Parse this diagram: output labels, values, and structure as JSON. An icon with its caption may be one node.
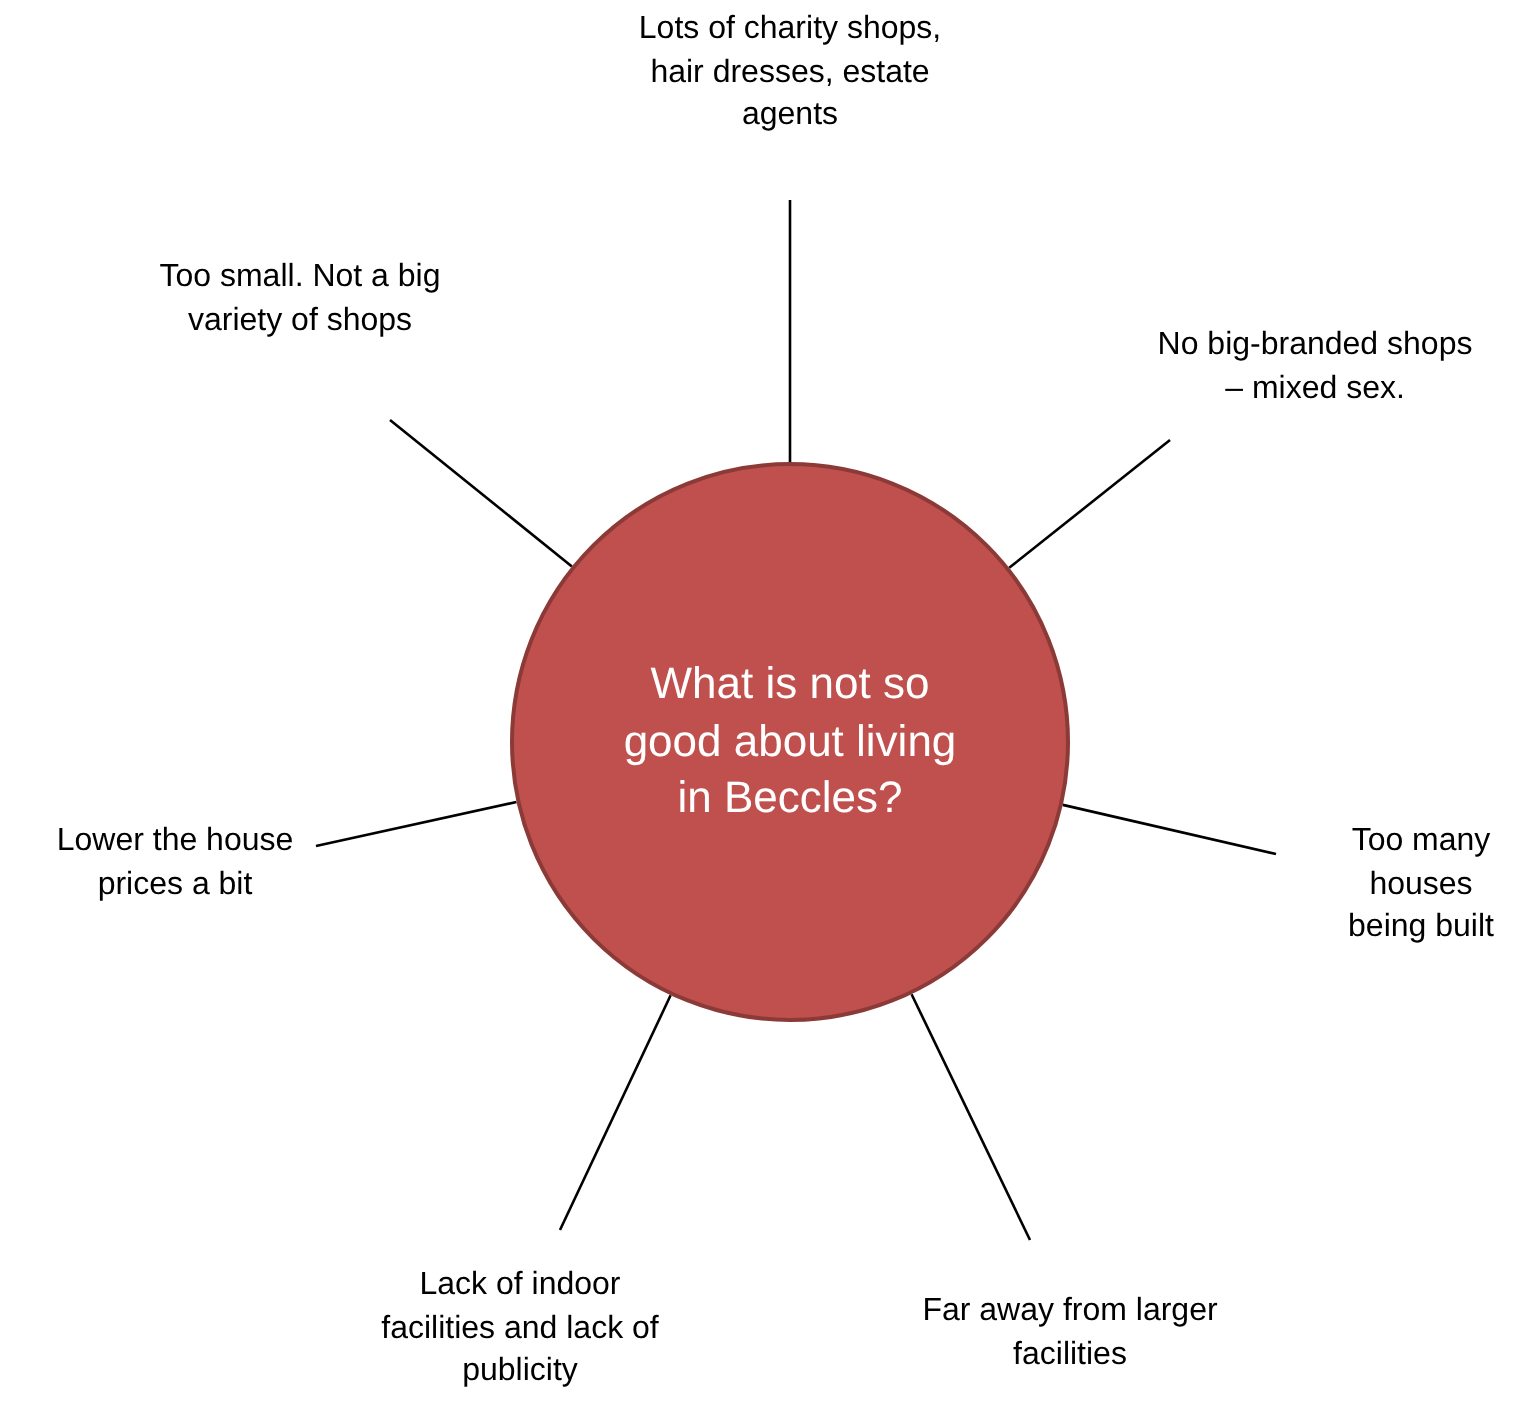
{
  "diagram": {
    "nodes": [
      {
        "text": [
          "What is not so good about living in Beccles?"
        ]
      },
      {
        "text": [
          "Lots of charity shops, hair dresses, estate agents"
        ]
      },
      {
        "text": [
          "Too small. Not a big variety of shops"
        ]
      },
      {
        "text": [
          "No big-branded shops – mixed sex."
        ]
      },
      {
        "text": [
          "Lower the house prices a bit"
        ]
      },
      {
        "text": [
          "Too many houses being built"
        ]
      },
      {
        "text": [
          "Lack of indoor facilities and lack of publicity"
        ]
      },
      {
        "text": [
          "Far away from larger facilities"
        ]
      }
    ],
    "edges": [
      {
        "from": 0,
        "to": 1,
        "arrow": "none"
      },
      {
        "from": 0,
        "to": 2,
        "arrow": "none"
      },
      {
        "from": 0,
        "to": 3,
        "arrow": "none"
      },
      {
        "from": 0,
        "to": 4,
        "arrow": "none"
      },
      {
        "from": 0,
        "to": 5,
        "arrow": "none"
      },
      {
        "from": 0,
        "to": 6,
        "arrow": "none"
      },
      {
        "from": 0,
        "to": 7,
        "arrow": "none"
      }
    ]
  }
}
